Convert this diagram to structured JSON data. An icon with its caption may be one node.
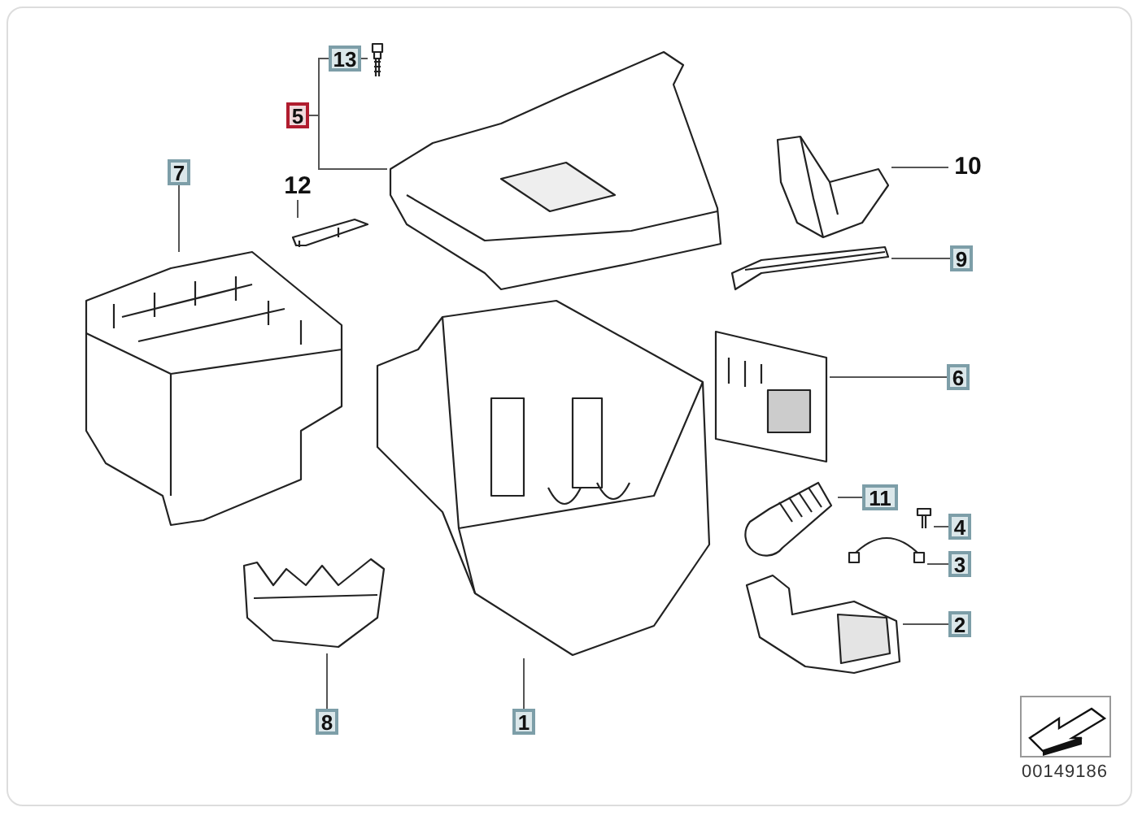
{
  "diagram": {
    "nodes": [
      {
        "text": [
          "13"
        ]
      },
      {
        "text": [],
        "shape": "picture"
      },
      {
        "text": [
          "5"
        ]
      },
      {
        "text": [],
        "shape": "picture"
      },
      {
        "text": [
          "7"
        ]
      },
      {
        "text": [],
        "shape": "picture"
      },
      {
        "text": [
          "12"
        ]
      },
      {
        "text": [],
        "shape": "picture"
      },
      {
        "text": [
          "10"
        ]
      },
      {
        "text": [],
        "shape": "picture"
      },
      {
        "text": [
          "9"
        ]
      },
      {
        "text": [],
        "shape": "picture"
      },
      {
        "text": [
          "6"
        ]
      },
      {
        "text": [],
        "shape": "picture"
      },
      {
        "text": [],
        "shape": "picture"
      },
      {
        "text": [
          "11"
        ]
      },
      {
        "text": [],
        "shape": "picture"
      },
      {
        "text": [
          "4"
        ]
      },
      {
        "text": [],
        "shape": "picture"
      },
      {
        "text": [
          "3"
        ]
      },
      {
        "text": [],
        "shape": "picture"
      },
      {
        "text": [
          "2"
        ]
      },
      {
        "text": [],
        "shape": "picture"
      },
      {
        "text": [],
        "shape": "picture"
      },
      {
        "text": [
          "8"
        ]
      },
      {
        "text": [
          "1"
        ]
      }
    ],
    "edges": [
      {
        "from": 0,
        "to": 1,
        "arrow": "none"
      },
      {
        "from": 2,
        "to": 0,
        "arrow": "none"
      },
      {
        "from": 2,
        "to": 3,
        "arrow": "none"
      },
      {
        "from": 4,
        "to": 5,
        "arrow": "none"
      },
      {
        "from": 6,
        "to": 7,
        "arrow": "none"
      },
      {
        "from": 8,
        "to": 9,
        "arrow": "none"
      },
      {
        "from": 10,
        "to": 11,
        "arrow": "none"
      },
      {
        "from": 12,
        "to": 13,
        "arrow": "none"
      },
      {
        "from": 15,
        "to": 16,
        "arrow": "none"
      },
      {
        "from": 17,
        "to": 18,
        "arrow": "none"
      },
      {
        "from": 19,
        "to": 20,
        "arrow": "none"
      },
      {
        "from": 21,
        "to": 22,
        "arrow": "none"
      },
      {
        "from": 24,
        "to": 23,
        "arrow": "none"
      },
      {
        "from": 25,
        "to": 14,
        "arrow": "none"
      }
    ],
    "labels": [
      "00149186"
    ]
  }
}
